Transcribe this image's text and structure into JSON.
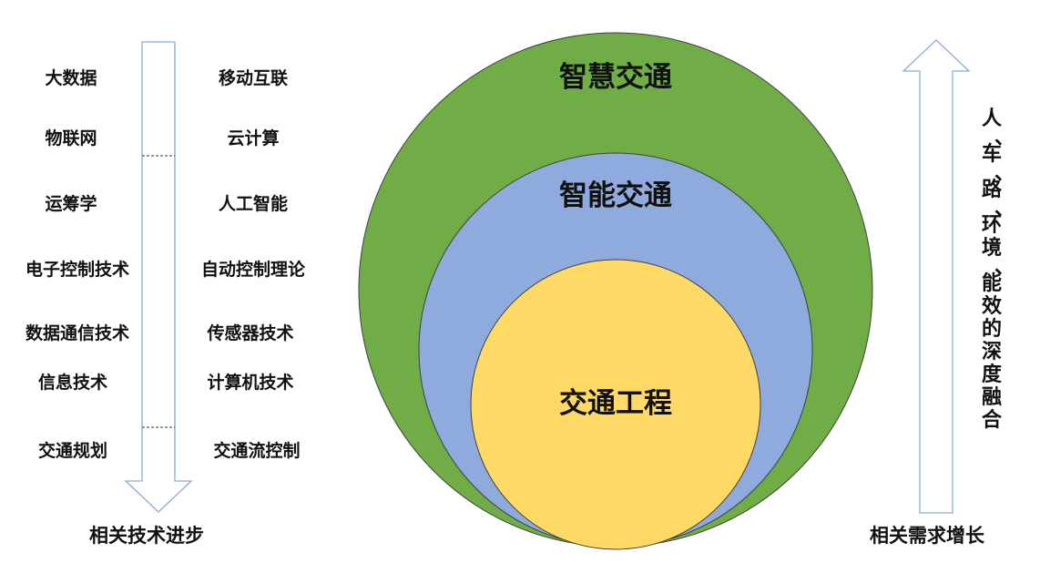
{
  "left_column": [
    "大数据",
    "物联网",
    "运筹学",
    "电子控制技术",
    "数据通信技术",
    "信息技术",
    "交通规划"
  ],
  "right_column": [
    "移动互联",
    "云计算",
    "人工智能",
    "自动控制理论",
    "传感器技术",
    "计算机技术",
    "交通流控制"
  ],
  "left_caption": "相关技术进步",
  "right_caption": "相关需求增长",
  "rings": {
    "outer": "智慧交通",
    "middle": "智能交通",
    "inner": "交通工程"
  },
  "vertical_text": "人、车、路、环境、能效的深度融合",
  "colors": {
    "outer_ring": "#70AD47",
    "middle_ring": "#8FAADC",
    "inner_ring": "#FFD966",
    "arrow_stroke": "#8FAADC",
    "circle_stroke": "#404040"
  }
}
